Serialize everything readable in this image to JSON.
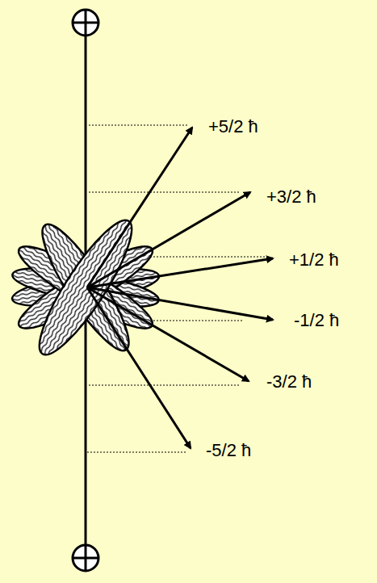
{
  "diagram": {
    "labels": [
      "+5/2 ħ",
      "+3/2 ħ",
      "+1/2 ħ",
      "-1/2 ħ",
      "-3/2 ħ",
      "-5/2 ħ"
    ]
  }
}
